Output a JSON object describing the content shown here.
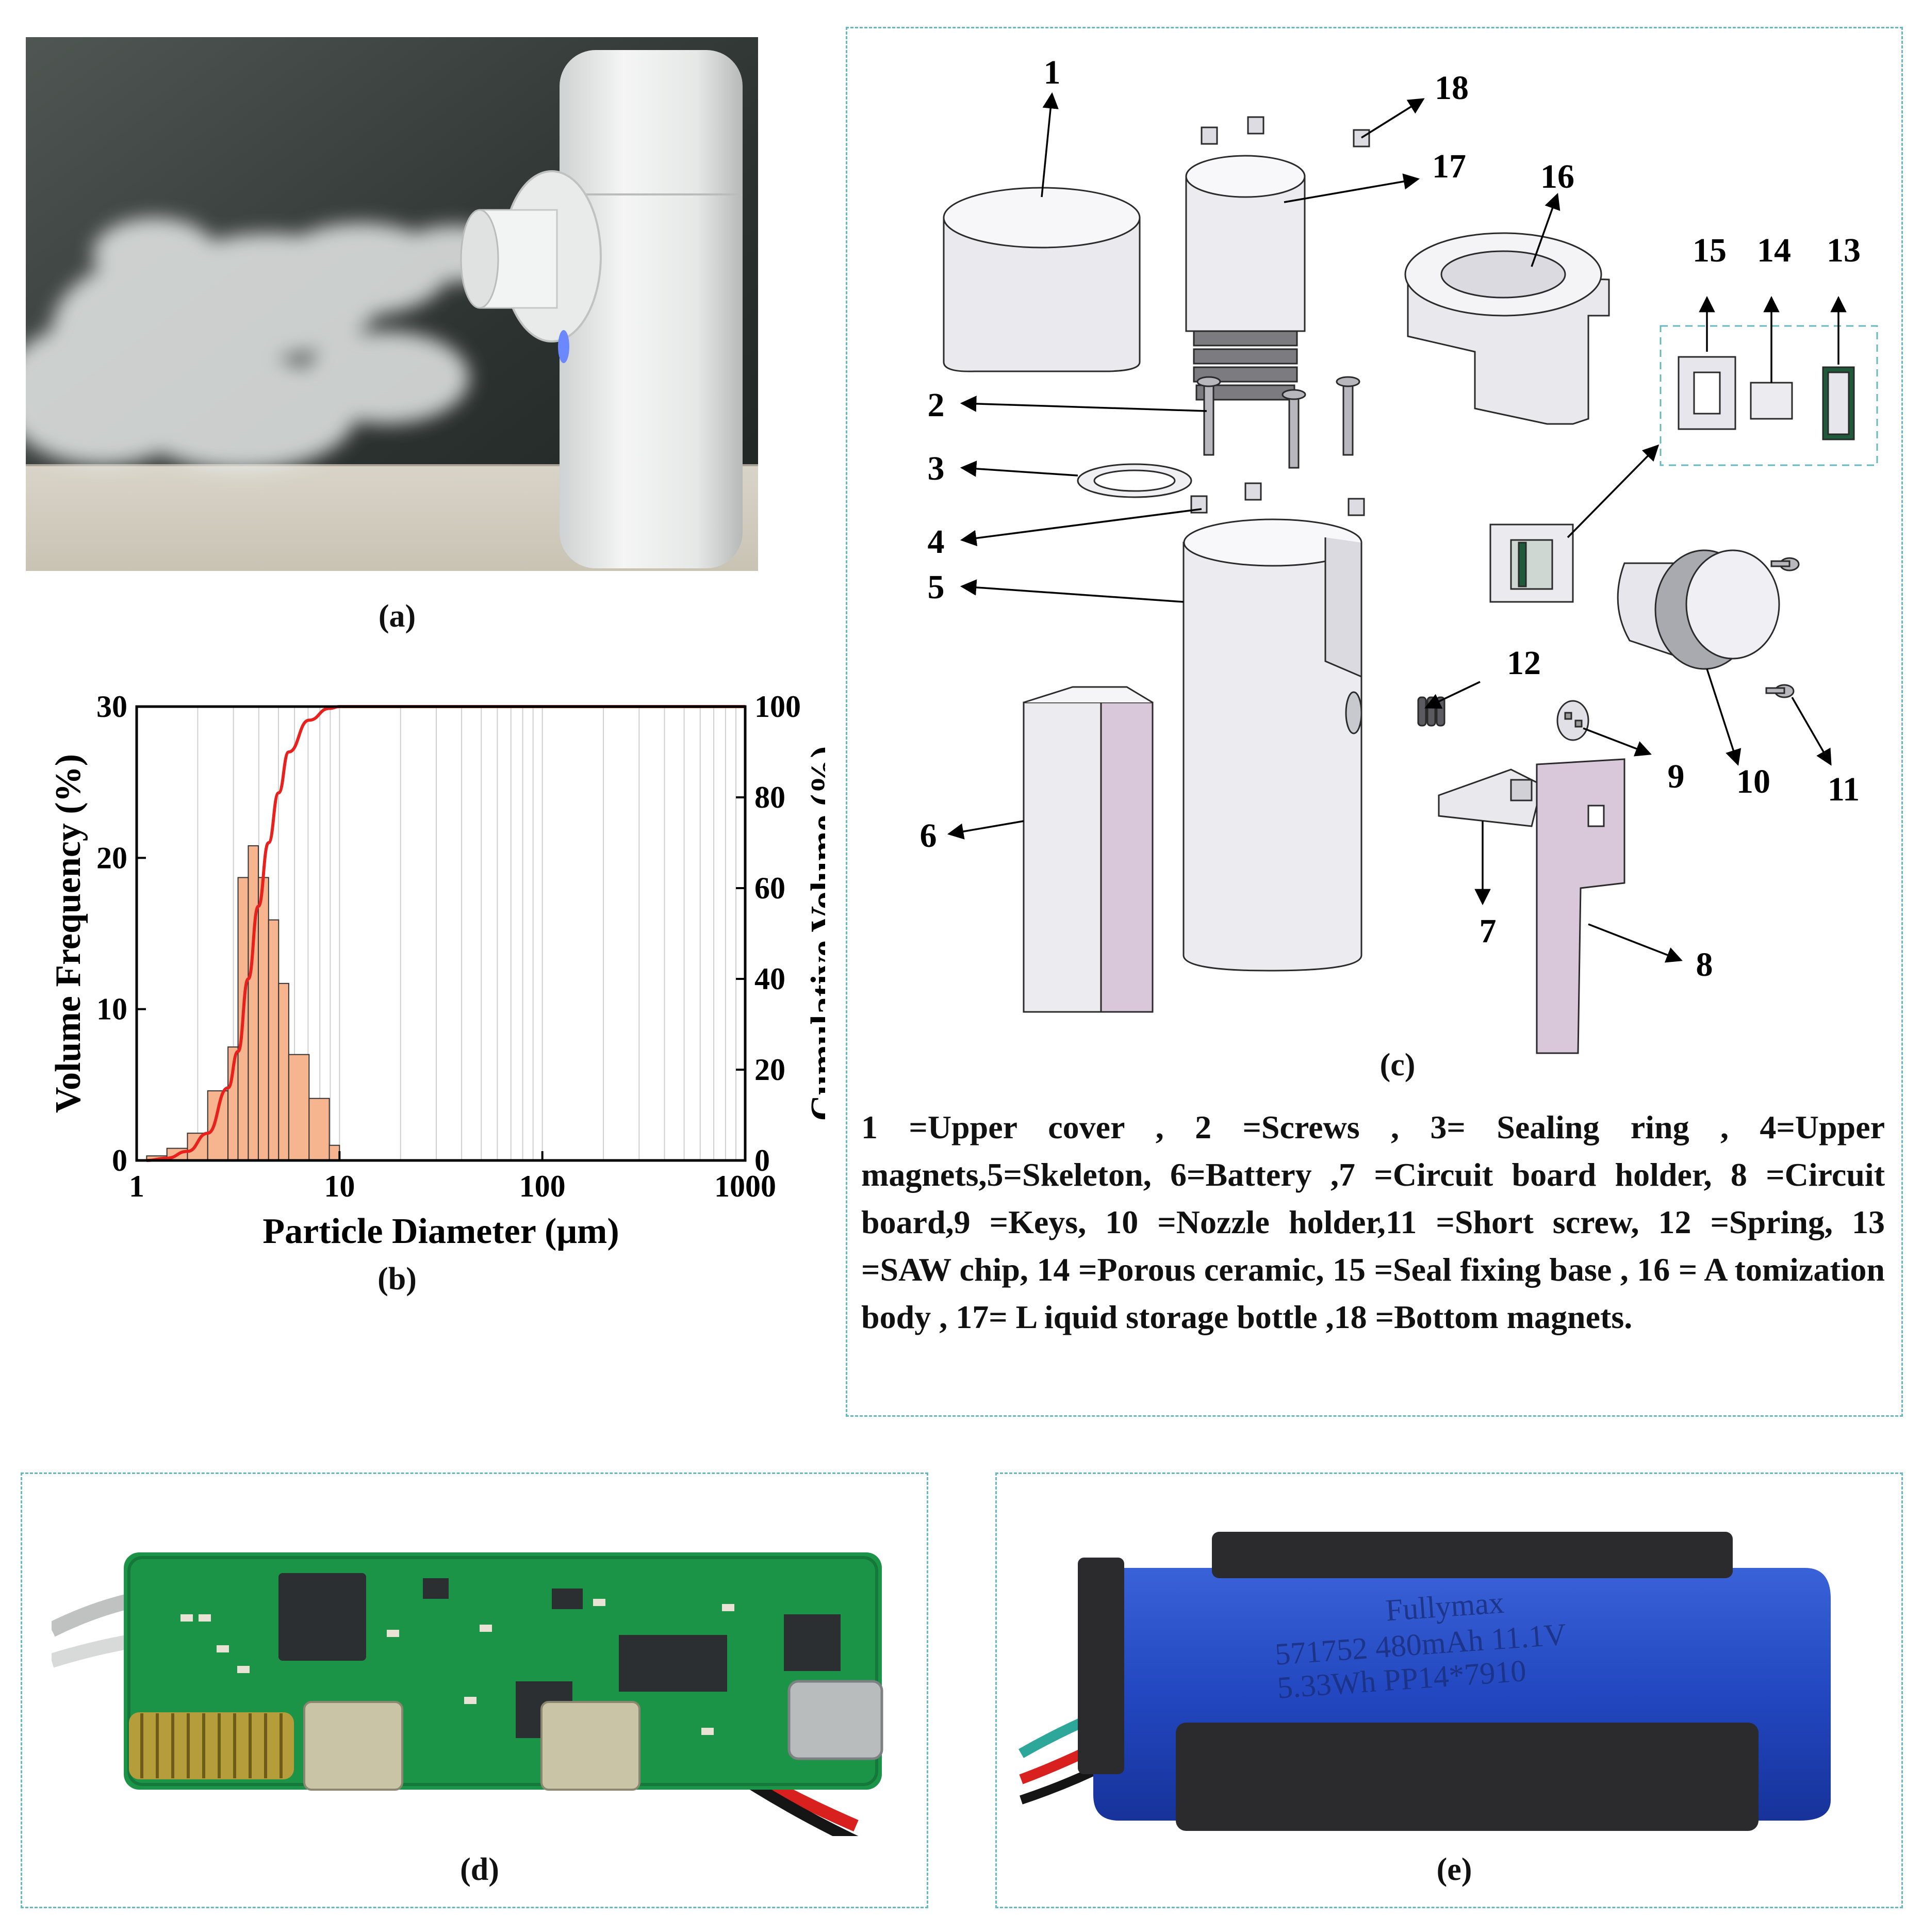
{
  "panels": {
    "a": {
      "caption": "(a)"
    },
    "b": {
      "caption": "(b)"
    },
    "c": {
      "caption": "(c)"
    },
    "d": {
      "caption": "(d)"
    },
    "e": {
      "caption": "(e)"
    }
  },
  "diagram": {
    "labels": [
      "1",
      "2",
      "3",
      "4",
      "5",
      "6",
      "7",
      "8",
      "9",
      "10",
      "11",
      "12",
      "13",
      "14",
      "15",
      "16",
      "17",
      "18"
    ]
  },
  "legend": {
    "text": "1 =Upper cover , 2 =Screws , 3= Sealing ring , 4=Upper magnets,5=Skeleton, 6=Battery ,7 =Circuit board holder, 8 =Circuit board,9 =Keys, 10 =Nozzle holder,11 =Short screw, 12 =Spring, 13 =SAW chip, 14 =Porous ceramic, 15 =Seal fixing base , 16 = A tomization body , 17= L iquid storage bottle ,18 =Bottom magnets."
  },
  "battery_label": {
    "line1": "Fullymax",
    "line2": "571752 480mAh 11.1V",
    "line3": "5.33Wh PP14*7910"
  },
  "chart_data": {
    "type": "bar",
    "xlabel": "Particle Diameter (μm)",
    "ylabel": "Volume Frequency (%)",
    "y2label": "Cumulative Volume (%)",
    "xscale": "log",
    "xlim": [
      1,
      1000
    ],
    "ylim": [
      0,
      30
    ],
    "y2lim": [
      0,
      100
    ],
    "xticks": [
      1,
      10,
      100,
      1000
    ],
    "yticks": [
      0,
      10,
      20,
      30
    ],
    "y2ticks": [
      0,
      20,
      40,
      60,
      80,
      100
    ],
    "bar_color": "#f7b58f",
    "line_color": "#e8211c",
    "bins": [
      {
        "x0": 1.12,
        "x1": 1.41,
        "value": 0.3
      },
      {
        "x0": 1.41,
        "x1": 1.78,
        "value": 0.8
      },
      {
        "x0": 1.78,
        "x1": 2.24,
        "value": 1.8
      },
      {
        "x0": 2.24,
        "x1": 2.82,
        "value": 4.6
      },
      {
        "x0": 2.82,
        "x1": 3.16,
        "value": 7.5
      },
      {
        "x0": 3.16,
        "x1": 3.55,
        "value": 18.7
      },
      {
        "x0": 3.55,
        "x1": 3.98,
        "value": 20.8
      },
      {
        "x0": 3.98,
        "x1": 4.47,
        "value": 18.7
      },
      {
        "x0": 4.47,
        "x1": 5.01,
        "value": 15.9
      },
      {
        "x0": 5.01,
        "x1": 5.62,
        "value": 11.7
      },
      {
        "x0": 5.62,
        "x1": 7.08,
        "value": 7.0
      },
      {
        "x0": 7.08,
        "x1": 8.91,
        "value": 4.1
      },
      {
        "x0": 8.91,
        "x1": 10.0,
        "value": 1.0
      }
    ],
    "cumulative": {
      "x": [
        1.12,
        1.41,
        1.78,
        2.24,
        2.82,
        3.16,
        3.55,
        3.98,
        4.47,
        5.01,
        5.62,
        7.08,
        8.91,
        10.0
      ],
      "y": [
        0,
        0.5,
        2.0,
        6.0,
        16.0,
        24.0,
        40.0,
        56.0,
        70.0,
        81.0,
        90.0,
        97.0,
        99.6,
        100
      ]
    }
  }
}
